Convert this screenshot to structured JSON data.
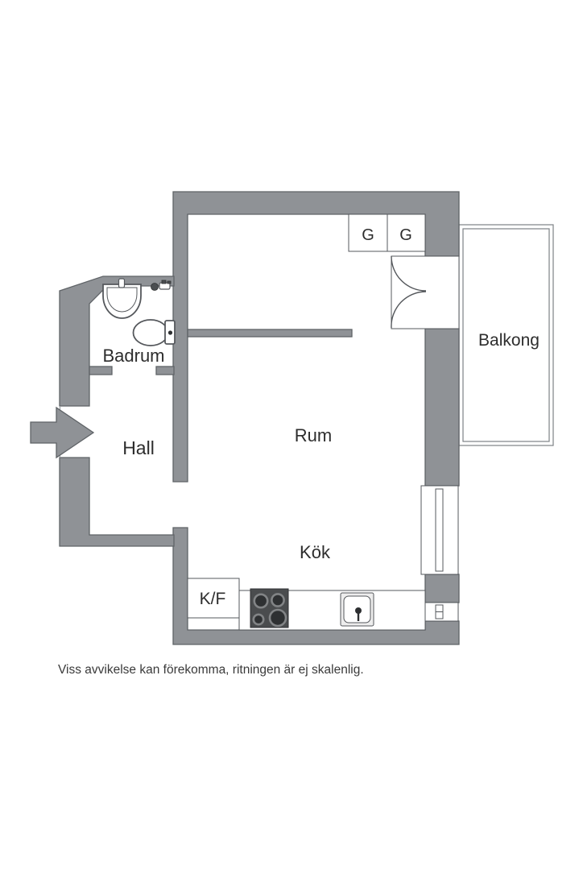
{
  "floorplan": {
    "rooms": {
      "badrum": {
        "label": "Badrum"
      },
      "hall": {
        "label": "Hall"
      },
      "rum": {
        "label": "Rum"
      },
      "kok": {
        "label": "Kök"
      },
      "balkong": {
        "label": "Balkong"
      }
    },
    "fixtures": {
      "closet1": {
        "label": "G"
      },
      "closet2": {
        "label": "G"
      },
      "fridge_freezer": {
        "label": "K/F"
      }
    },
    "icons": {
      "entry_arrow": "arrow-right",
      "toilet": "toilet-symbol",
      "washbasin": "sink-symbol",
      "mixer": "tap-symbol",
      "stove": "four-burner-stove-symbol",
      "kitchen_sink": "sink-square-symbol",
      "balcony_door": "double-door-swing-symbol",
      "window_large": "window-symbol",
      "window_small": "window-symbol"
    },
    "colors": {
      "wall_fill": "#8f9296",
      "wall_stroke": "#5f6367",
      "line": "#55585c",
      "text_color": "#2d2d2d",
      "stove_fill": "#4a4c4e",
      "burner_dark": "#2e3032",
      "burner_ring": "#828486"
    },
    "disclaimer": "Viss avvikelse kan förekomma, ritningen är ej skalenlig."
  }
}
